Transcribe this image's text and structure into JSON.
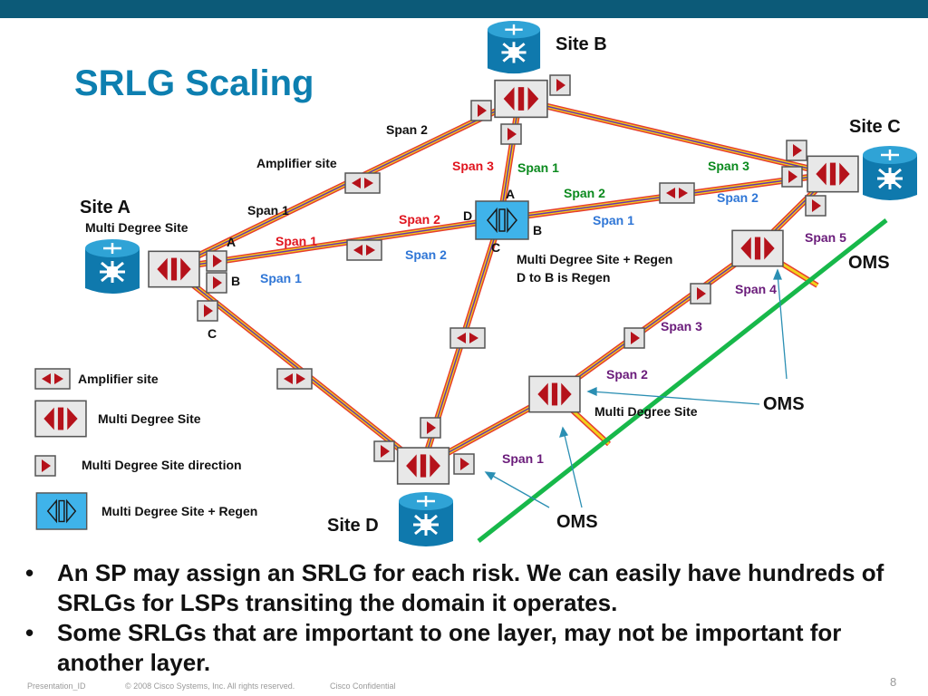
{
  "title": "SRLG Scaling",
  "sites": {
    "a": "Site A",
    "a_sub": "Multi Degree Site",
    "b": "Site B",
    "c": "Site C",
    "d": "Site D"
  },
  "regen": {
    "line1": "Multi Degree Site + Regen",
    "line2": "D to B is Regen"
  },
  "labels": {
    "amp_site": "Amplifier site",
    "mds_right": "Multi Degree Site",
    "span1": "Span 1",
    "span2": "Span 2",
    "span3": "Span 3",
    "span4": "Span 4",
    "span5": "Span 5",
    "oms": "OMS",
    "port_a": "A",
    "port_b": "B",
    "port_c": "C",
    "port_d": "D"
  },
  "legend": {
    "amplifier": "Amplifier site",
    "mds": "Multi Degree Site",
    "direction": "Multi Degree Site direction",
    "regen": "Multi Degree Site + Regen"
  },
  "bullets": [
    "An SP may assign an SRLG for each risk.  We can easily have hundreds of SRLGs for LSPs transiting the domain it operates.",
    "Some SRLGs that are important to one layer, may not be important for another layer."
  ],
  "footer": {
    "id": "Presentation_ID",
    "copyright": "© 2008 Cisco Systems, Inc. All rights reserved.",
    "confidential": "Cisco Confidential",
    "page": "8"
  },
  "colors": {
    "topbar": "#0c5a78",
    "title": "#0d7fb0",
    "span_red": "#e0141e",
    "span_blue": "#2f76d6",
    "span_green": "#0b8a1e",
    "span_purple": "#6a1b7a",
    "oms_line": "#17b84a",
    "arrow": "#2b8fb3"
  }
}
